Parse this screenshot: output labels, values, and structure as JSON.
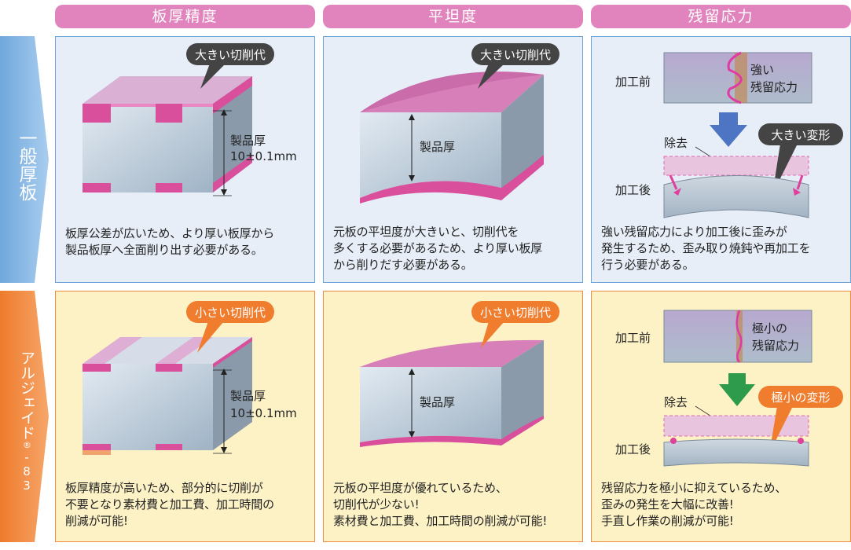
{
  "columns": [
    "板厚精度",
    "平坦度",
    "残留応力"
  ],
  "rows": [
    {
      "label": "一般厚板",
      "panels": [
        {
          "callout": "大きい切削代",
          "thickness_label": "製品厚",
          "tolerance": "10±0.1mm",
          "description": "板厚公差が広いため、より厚い板厚から\n製品板厚へ全面削り出す必要がある。"
        },
        {
          "callout": "大きい切削代",
          "thickness_label": "製品厚",
          "description": "元板の平坦度が大きいと、切削代を\n多くする必要があるため、より厚い板厚\nから削りだす必要がある。"
        },
        {
          "before_label": "加工前",
          "stress_label": "強い\n残留応力",
          "removal_label": "除去",
          "callout": "大きい変形",
          "after_label": "加工後",
          "description": "強い残留応力により加工後に歪みが\n発生するため、歪み取り焼鈍や再加工を\n行う必要がある。"
        }
      ]
    },
    {
      "label": "アルジェイド",
      "registered": "®",
      "suffix": "-83",
      "panels": [
        {
          "callout": "小さい切削代",
          "thickness_label": "製品厚",
          "tolerance": "10±0.1mm",
          "description": "板厚精度が高いため、部分的に切削が\n不要となり素材費と加工費、加工時間の\n削減が可能!"
        },
        {
          "callout": "小さい切削代",
          "thickness_label": "製品厚",
          "description": "元板の平坦度が優れているため、\n切削代が少ない!\n素材費と加工費、加工時間の削減が可能!"
        },
        {
          "before_label": "加工前",
          "stress_label": "極小の\n残留応力",
          "removal_label": "除去",
          "callout": "極小の変形",
          "after_label": "加工後",
          "description": "残留応力を極小に抑えているため、\n歪みの発生を大幅に改善!\n手直し作業の削減が可能!"
        }
      ]
    }
  ],
  "colors": {
    "header_pink": "#e184bd",
    "general_blue": "#69a3d8",
    "algade_orange": "#ef7e2d",
    "cut_pink": "#e060a8",
    "callout_dark": "#444444"
  }
}
